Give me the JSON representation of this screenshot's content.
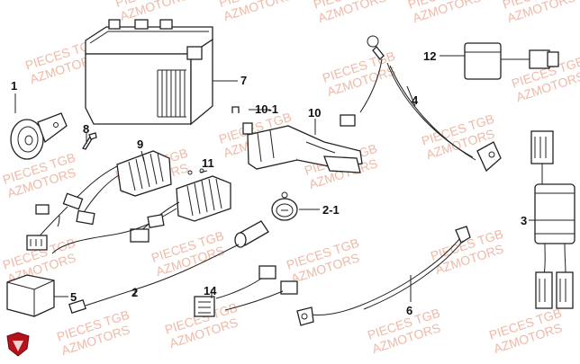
{
  "watermark": {
    "line1": "PIECES TGB",
    "line2": "AZMOTORS"
  },
  "callouts": [
    "1",
    "2",
    "2-1",
    "3",
    "4",
    "5",
    "6",
    "7",
    "8",
    "9",
    "10",
    "10-1",
    "11",
    "12",
    "14"
  ],
  "logo": {
    "icon": "shield-logo-icon",
    "color": "#b5121b"
  },
  "colors": {
    "watermark": "#f0b9a8",
    "line": "#222222"
  }
}
